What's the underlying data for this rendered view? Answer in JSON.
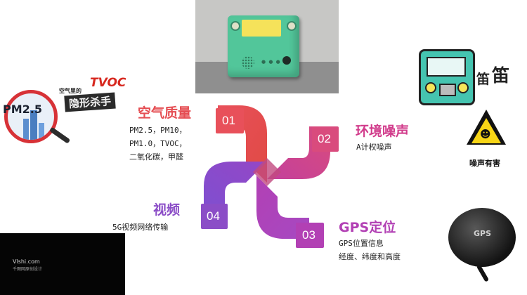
{
  "colors": {
    "red": "#e54e53",
    "pink": "#d13b8b",
    "purple": "#8b4dc7",
    "violet": "#b240b4"
  },
  "sections": [
    {
      "number": "01",
      "title": "空气质量",
      "lines": [
        "PM2.5，PM10，",
        "PM1.0，TVOC，",
        "二氧化碳，甲醛"
      ]
    },
    {
      "number": "02",
      "title": "环境噪声",
      "lines": [
        "A计权噪声"
      ]
    },
    {
      "number": "03",
      "title": "GPS定位",
      "lines": [
        "GPS位置信息",
        "经度、纬度和高度"
      ]
    },
    {
      "number": "04",
      "title": "视频",
      "lines": [
        "5G视频网络传输"
      ]
    }
  ],
  "images": {
    "pm_label": "PM2.5",
    "tvoc_title": "TVOC",
    "tvoc_sub": "空气里的",
    "tvoc_tag": "隐形杀手",
    "horn": "笛",
    "warning_label": "噪声有害",
    "gps_label": "GPS",
    "watermark": "Vlshi.com",
    "watermark_sub": "千图网原创设计"
  }
}
